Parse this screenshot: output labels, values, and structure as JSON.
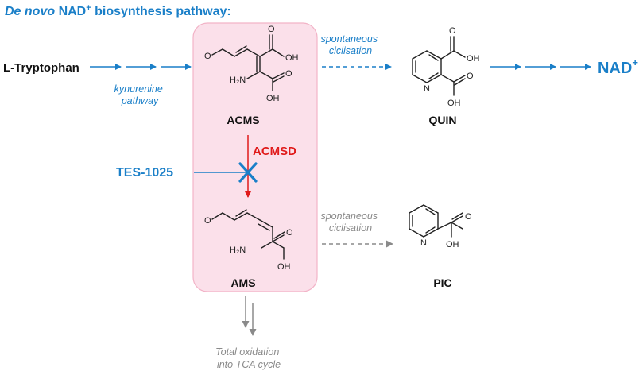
{
  "title": {
    "italic": "De novo",
    "rest": " NAD",
    "sup": "+",
    "tail": " biosynthesis pathway:"
  },
  "start": "L-Tryptophan",
  "kynurenine": [
    "kynurenine",
    "pathway"
  ],
  "spontaneous_top": [
    "spontaneous",
    "ciclisation"
  ],
  "spontaneous_bottom": [
    "spontaneous",
    "ciclisation"
  ],
  "nad": {
    "text": "NAD",
    "sup": "+"
  },
  "compounds": {
    "acms": "ACMS",
    "quin": "QUIN",
    "ams": "AMS",
    "pic": "PIC"
  },
  "enzyme": "ACMSD",
  "inhibitor": "TES-1025",
  "fate": [
    "Total oxidation",
    "into TCA cycle"
  ],
  "atoms": {
    "O": "O",
    "OH": "OH",
    "H2N": "H₂N",
    "N": "N"
  },
  "colors": {
    "blue": "#1a7fc8",
    "red": "#e01b1b",
    "gray": "#8a8a8a",
    "box_fill": "#fbe0ea",
    "box_stroke": "#f2b3c7"
  }
}
